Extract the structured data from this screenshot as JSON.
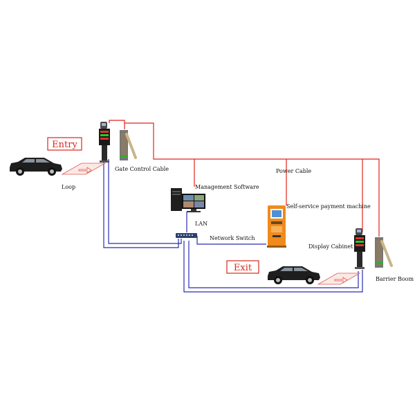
{
  "labels": {
    "entry": "Entry",
    "exit": "Exit",
    "loop": "Loop",
    "gate_control_cable": "Gate Control Cable",
    "power_cable": "Power Cable",
    "management_software": "Management Software",
    "lan": "LAN",
    "network_switch": "Network Switch",
    "self_service_payment_machine": "Self-service payment machine",
    "display_cabinet": "Display Cabinet",
    "barrier_boom": "Barrier Boom"
  },
  "colors": {
    "power_line": "#e2231a",
    "network_line": "#2b2bb5",
    "label_box": "#d9261c",
    "kiosk": "#f08a1c",
    "car": "#1e1e1e"
  },
  "icons": {
    "entry_car": "car-icon",
    "exit_car": "car-icon",
    "entry_display_cabinet": "lpr-display-cabinet-icon",
    "exit_display_cabinet": "lpr-display-cabinet-icon",
    "entry_barrier": "barrier-gate-icon",
    "exit_barrier": "barrier-gate-icon",
    "computer": "desktop-computer-icon",
    "switch": "network-switch-icon",
    "kiosk": "payment-kiosk-icon",
    "loop": "loop-arrow-icon"
  }
}
